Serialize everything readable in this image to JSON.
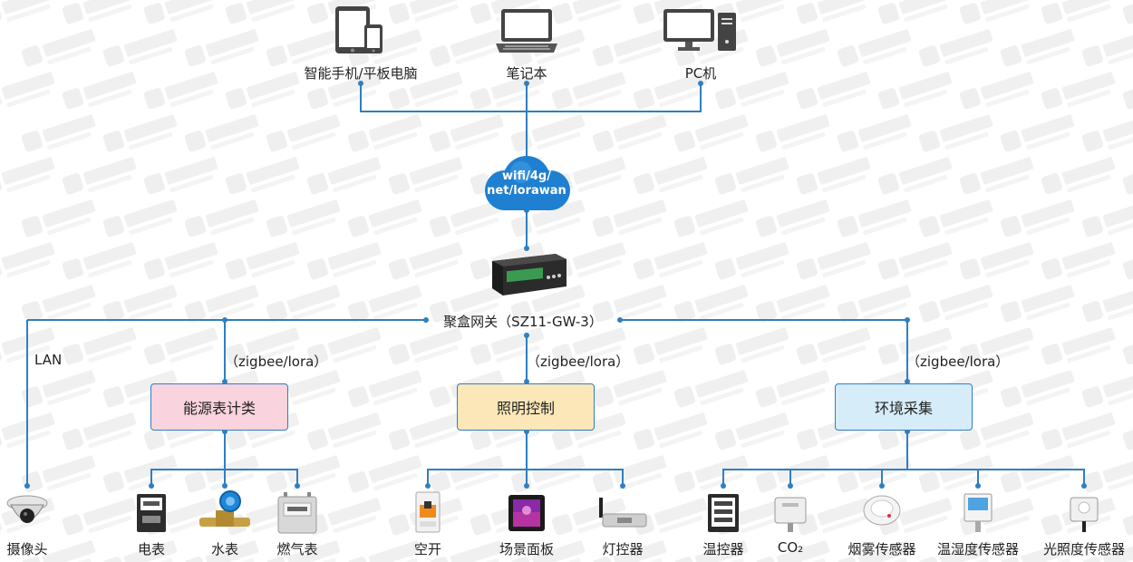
{
  "clients": {
    "phone_tablet": "智能手机/平板电脑",
    "laptop": "笔记本",
    "pc": "PC机"
  },
  "cloud": {
    "line1": "wifi/4g/",
    "line2": "net/lorawan"
  },
  "gateway": {
    "label": "聚盒网关（SZ11-GW-3）"
  },
  "links": {
    "lan": "LAN",
    "zigbee_left": "（zigbee/lora）",
    "zigbee_mid": "（zigbee/lora）",
    "zigbee_right": "（zigbee/lora）"
  },
  "categories": {
    "energy": "能源表计类",
    "lighting": "照明控制",
    "environment": "环境采集"
  },
  "devices": {
    "camera": "摄像头",
    "electric_meter": "电表",
    "water_meter": "水表",
    "gas_meter": "燃气表",
    "breaker": "空开",
    "scene_panel": "场景面板",
    "light_controller": "灯控器",
    "thermostat": "温控器",
    "co2": "CO₂",
    "smoke_sensor": "烟雾传感器",
    "temp_humidity_sensor": "温湿度传感器",
    "light_sensor": "光照度传感器"
  },
  "colors": {
    "line": "#2f7fc1",
    "energy_fill": "#f9d3de",
    "lighting_fill": "#fbe7b8",
    "environment_fill": "#d6ecf8",
    "cloud": "#1f7fd0"
  }
}
